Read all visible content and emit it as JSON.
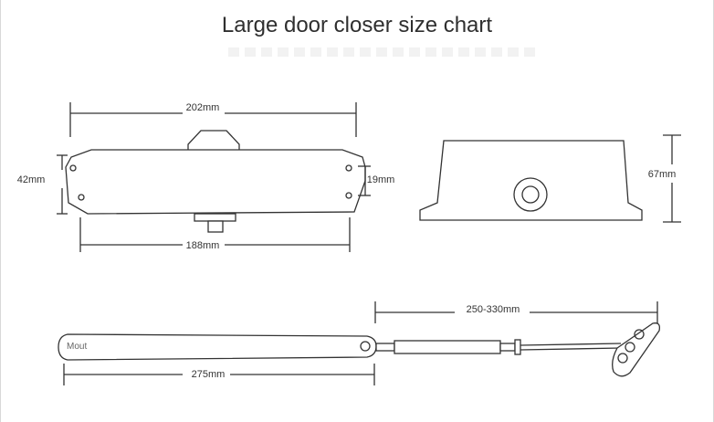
{
  "title": "Large door closer size chart",
  "labels": {
    "width_top": "202mm",
    "height_left": "42mm",
    "width_bottom": "188mm",
    "hole_spacing": "19mm",
    "side_height": "67mm",
    "arm_range": "250-330mm",
    "arm_length": "275mm",
    "arm_text": "Mout"
  },
  "colors": {
    "line": "#333333",
    "body_fill": "#ffffff",
    "shadow": "#e6e6e6"
  }
}
